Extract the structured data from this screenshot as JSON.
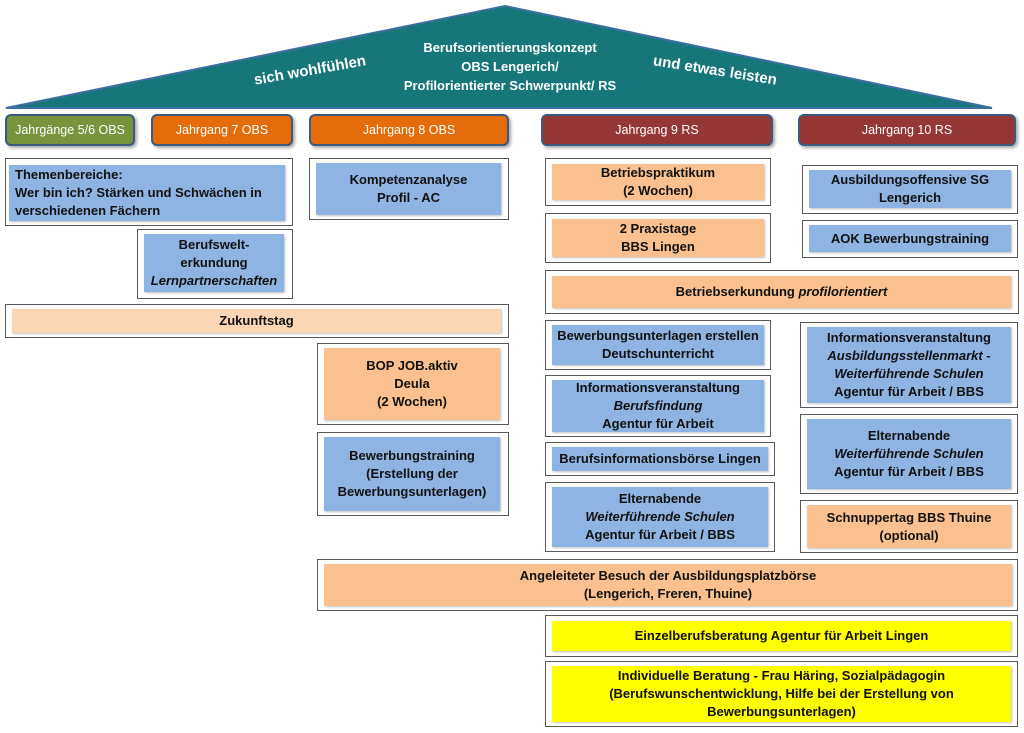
{
  "roof": {
    "title_lines": [
      "Berufsorientierungskonzept",
      "OBS Lengerich/",
      "Profilorientierter Schwerpunkt/ RS"
    ],
    "left_slogan": "sich wohlfühlen",
    "right_slogan": "und etwas leisten",
    "color": "#17767a"
  },
  "headers": {
    "g56": "Jahrgänge  5/6 OBS",
    "g7": "Jahrgang 7 OBS",
    "g8": "Jahrgang 8 OBS",
    "g9": "Jahrgang 9 RS",
    "g10": "Jahrgang 10 RS"
  },
  "boxes": {
    "themen": [
      "Themenbereiche:",
      "Wer bin ich? Stärken und Schwächen in",
      "verschiedenen Fächern"
    ],
    "berufswelt": [
      "Berufswelt-",
      "erkundung",
      "Lernpartnerschaften"
    ],
    "zukunftstag": "Zukunftstag",
    "kompetenz": [
      "Kompetenzanalyse",
      "Profil - AC"
    ],
    "bop": [
      "BOP JOB.aktiv",
      "Deula",
      "(2 Wochen)"
    ],
    "bewerbungstraining8": [
      "Bewerbungstraining",
      "(Erstellung der",
      "Bewerbungsunterlagen)"
    ],
    "praktikum": [
      "Betriebspraktikum",
      "(2 Wochen)"
    ],
    "praxistage": [
      "2 Praxistage",
      "BBS Lingen"
    ],
    "betriebserkundung": [
      "Betriebserkundung ",
      "profilorientiert"
    ],
    "bewerbungsunterlagen": [
      "Bewerbungsunterlagen erstellen",
      "Deutschunterricht"
    ],
    "info9": [
      "Informationsveranstaltung",
      "Berufsfindung",
      "Agentur für Arbeit"
    ],
    "boerse": "Berufsinformationsbörse Lingen",
    "eltern9": [
      "Elternabende",
      "Weiterführende Schulen",
      "Agentur für Arbeit / BBS"
    ],
    "offensive": [
      "Ausbildungsoffensive SG",
      "Lengerich"
    ],
    "aok": "AOK Bewerbungstraining",
    "info10": [
      "Informationsveranstaltung",
      "Ausbildungsstellenmarkt -",
      "Weiterführende Schulen",
      "Agentur für Arbeit / BBS"
    ],
    "eltern10": [
      "Elternabende",
      "Weiterführende Schulen",
      "Agentur für Arbeit / BBS"
    ],
    "schnupper": [
      "Schnuppertag BBS Thuine",
      "(optional)"
    ],
    "besuch": [
      "Angeleiteter Besuch der Ausbildungsplatzbörse",
      "(Lengerich, Freren, Thuine)"
    ],
    "einzel": "Einzelberufsberatung Agentur für Arbeit Lingen",
    "individuell": [
      "Individuelle Beratung - Frau Häring, Sozialpädagogin",
      "(Berufswunschentwicklung, Hilfe bei der Erstellung von",
      "Bewerbungsunterlagen)"
    ]
  },
  "colors": {
    "blue": "#8eb4e3",
    "peach": "#fac090",
    "light_peach": "#fcd5b5",
    "yellow": "#ffff00",
    "green_header": "#77933c",
    "orange_header": "#e46c0a",
    "red_header": "#953735"
  }
}
